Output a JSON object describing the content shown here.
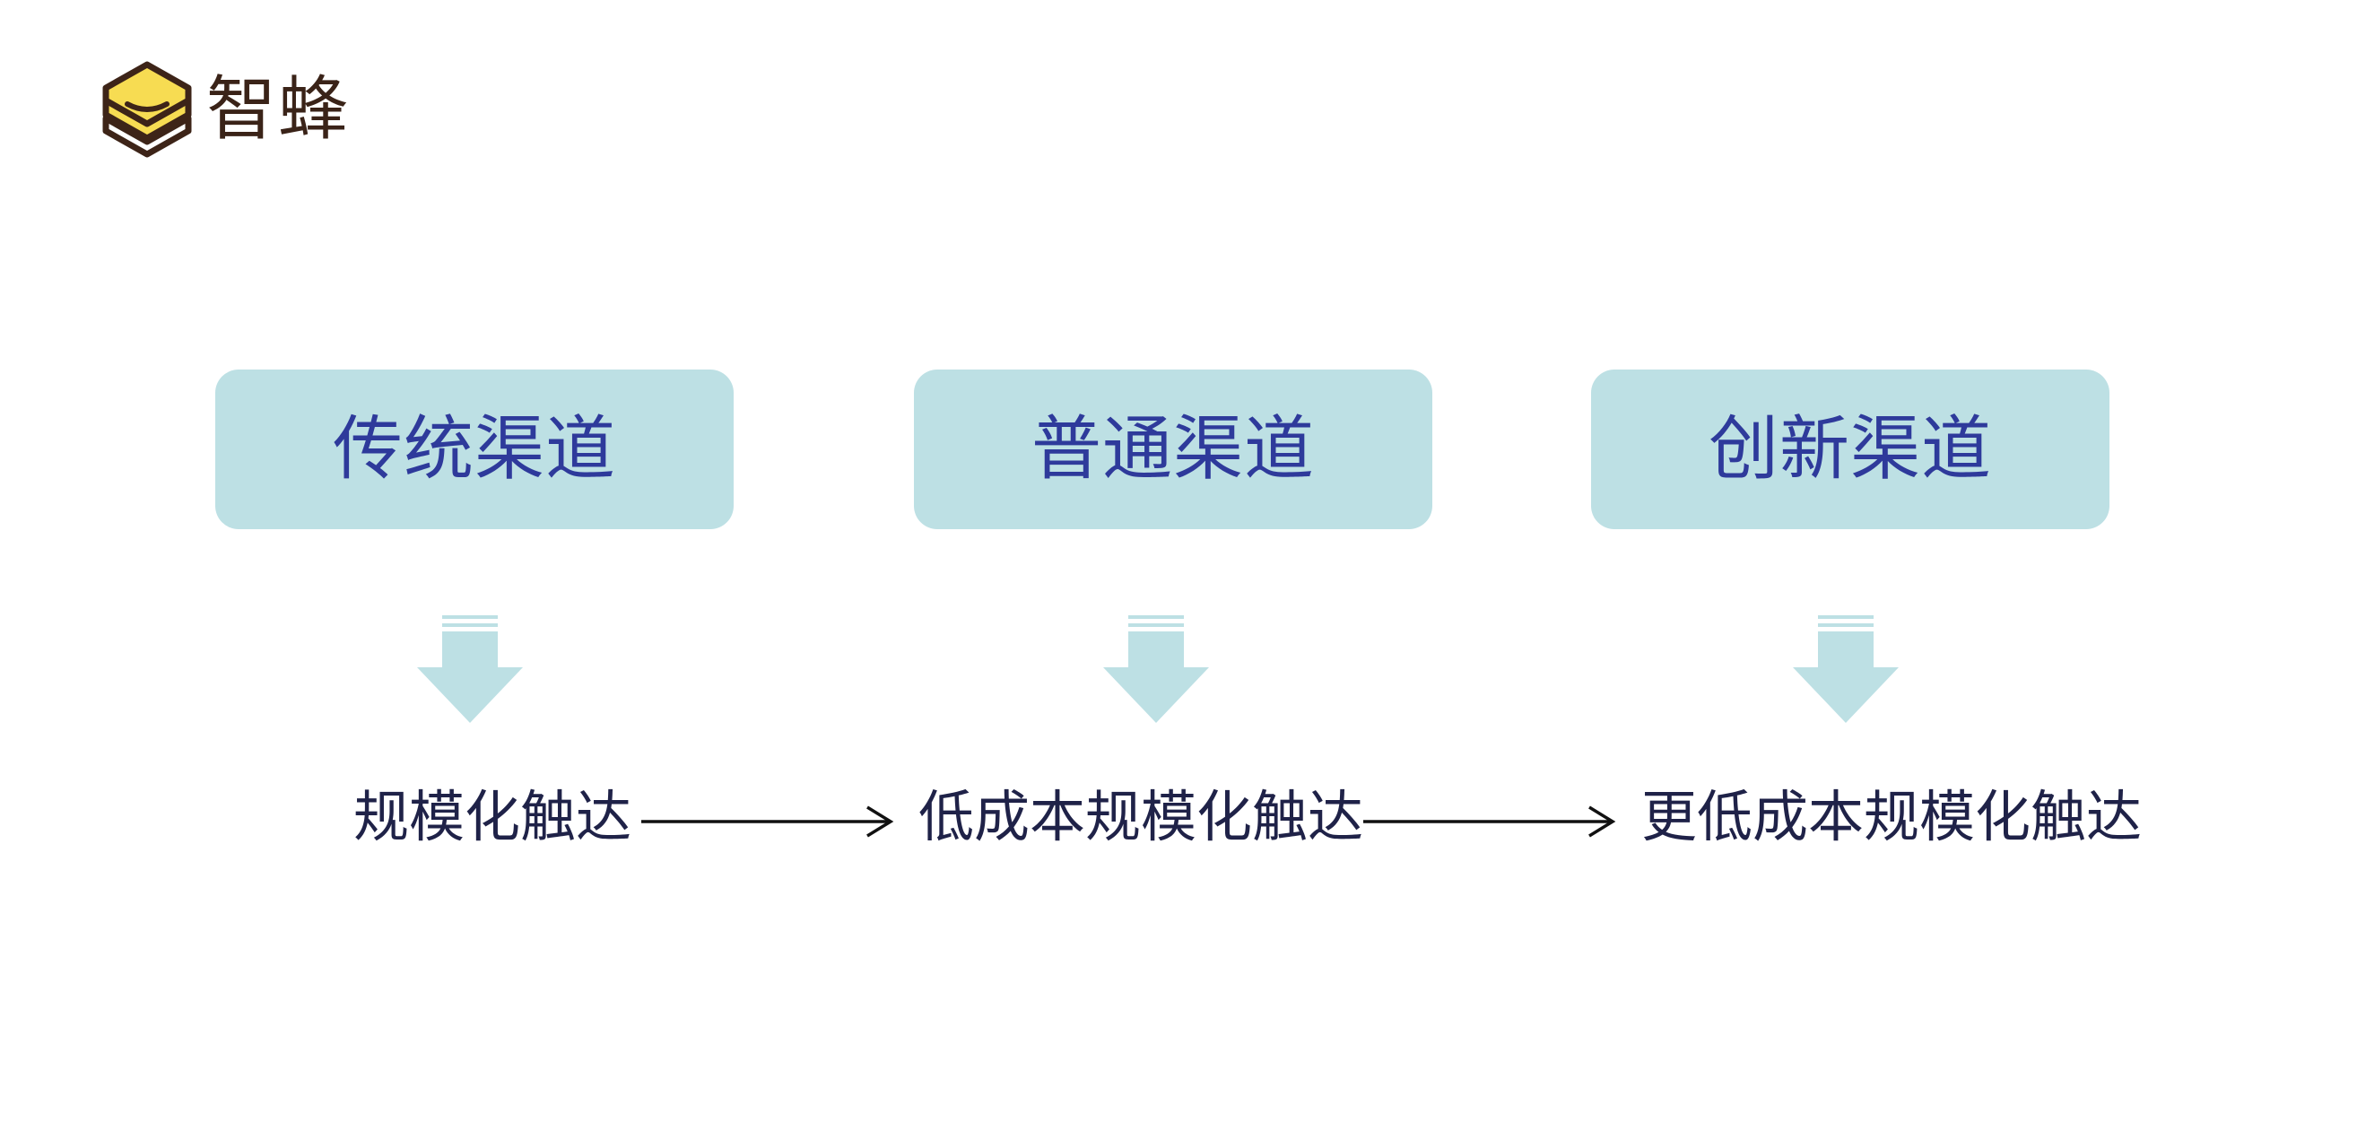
{
  "logo": {
    "text": "智蜂",
    "colors": {
      "top": "#f7dc52",
      "outline": "#3d2418"
    }
  },
  "channels": [
    {
      "label": "传统渠道",
      "reach": "规模化触达"
    },
    {
      "label": "普通渠道",
      "reach": "低成本规模化触达"
    },
    {
      "label": "创新渠道",
      "reach": "更低成本规模化触达"
    }
  ],
  "colors": {
    "box_fill": "#bde0e4",
    "box_text": "#2e3a9b",
    "reach_text": "#1f2248",
    "arrow_fill": "#bde0e4",
    "flow_arrow": "#111111"
  }
}
